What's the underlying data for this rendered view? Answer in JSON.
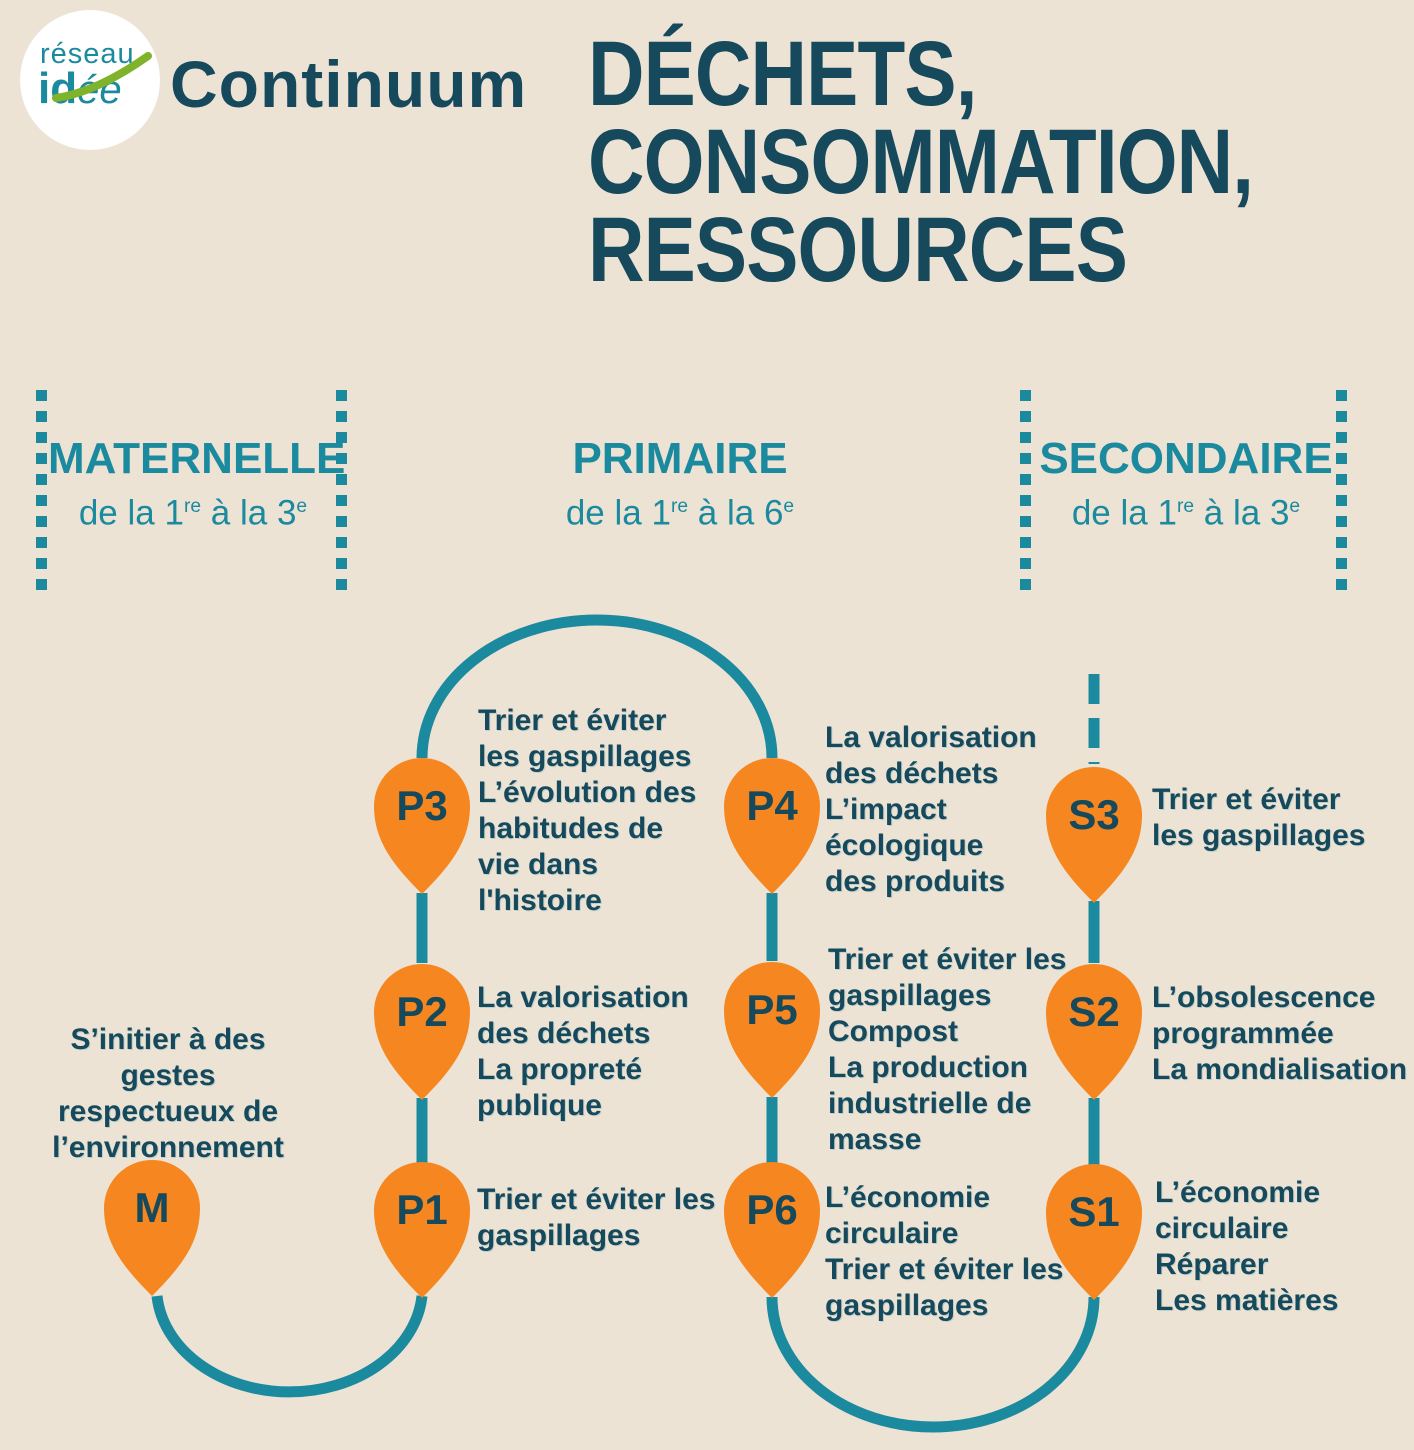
{
  "colors": {
    "background": "#EDE3D5",
    "dark_teal": "#16495C",
    "teal": "#1B8A9E",
    "orange": "#F6861F",
    "green": "#7EB32B",
    "white": "#FFFFFF"
  },
  "logo": {
    "line1": "réseau",
    "line2_bold": "id",
    "line2_script": "ée"
  },
  "header": {
    "prefix": "Continuum",
    "title_lines": [
      "DÉCHETS,",
      "CONSOMMATION,",
      "RESSOURCES"
    ]
  },
  "sections": [
    {
      "name": "MATERNELLE",
      "range": {
        "pre": "de la 1",
        "sup1": "re",
        "mid": " à la 3",
        "sup2": "e"
      }
    },
    {
      "name": "PRIMAIRE",
      "range": {
        "pre": "de la 1",
        "sup1": "re",
        "mid": " à la 6",
        "sup2": "e"
      }
    },
    {
      "name": "SECONDAIRE",
      "range": {
        "pre": "de la 1",
        "sup1": "re",
        "mid": " à la 3",
        "sup2": "e"
      }
    }
  ],
  "markers": {
    "M": {
      "label": "M",
      "lines": [
        "S’initier à des",
        "gestes",
        "respectueux de",
        "l’environnement"
      ]
    },
    "P1": {
      "label": "P1",
      "lines": [
        "Trier et éviter les",
        "gaspillages"
      ]
    },
    "P2": {
      "label": "P2",
      "lines": [
        "La valorisation",
        "des déchets",
        "La propreté",
        "publique"
      ]
    },
    "P3": {
      "label": "P3",
      "lines": [
        "Trier et éviter",
        "les gaspillages",
        "L’évolution des",
        "habitudes de",
        "vie dans",
        "l'histoire"
      ]
    },
    "P4": {
      "label": "P4",
      "lines": [
        "La valorisation",
        "des déchets",
        "L’impact",
        "écologique",
        "des produits"
      ]
    },
    "P5": {
      "label": "P5",
      "lines": [
        "Trier et éviter les",
        "gaspillages",
        "Compost",
        "La production",
        "industrielle de",
        "masse"
      ]
    },
    "P6": {
      "label": "P6",
      "lines": [
        "L’économie",
        "circulaire",
        "Trier et éviter les",
        "gaspillages"
      ]
    },
    "S1": {
      "label": "S1",
      "lines": [
        "L’économie",
        "circulaire",
        "Réparer",
        "Les matières"
      ]
    },
    "S2": {
      "label": "S2",
      "lines": [
        "L’obsolescence",
        "programmée",
        "La mondialisation"
      ]
    },
    "S3": {
      "label": "S3",
      "lines": [
        "Trier et éviter",
        "les gaspillages"
      ]
    }
  }
}
